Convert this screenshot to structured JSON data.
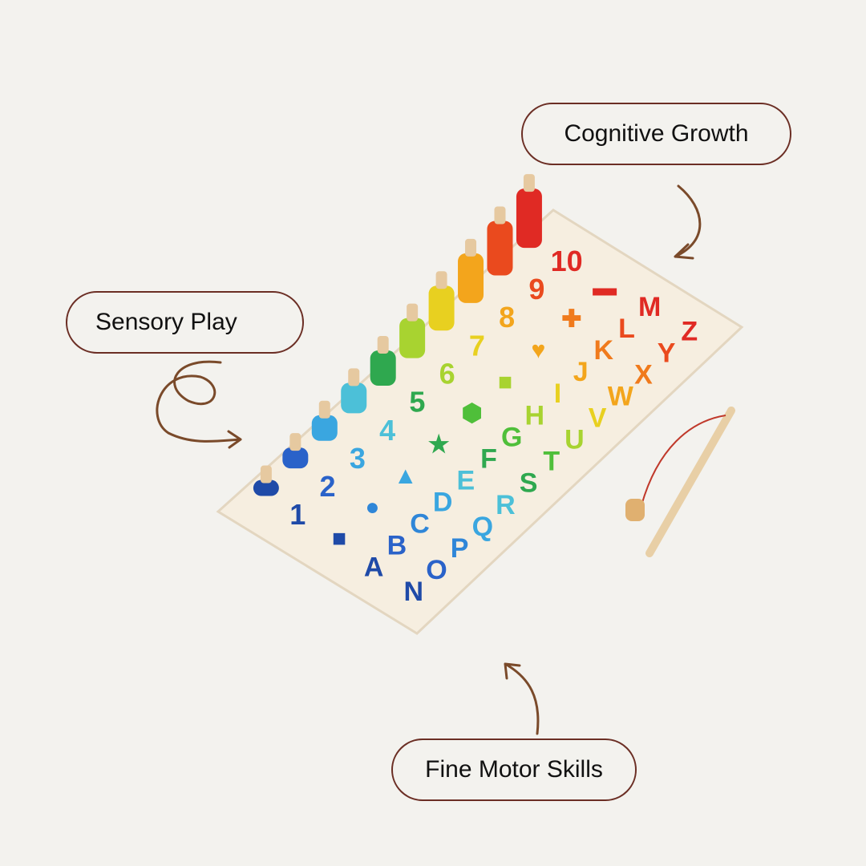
{
  "labels": {
    "cognitive": "Cognitive Growth",
    "sensory": "Sensory Play",
    "fine_motor": "Fine Motor Skills"
  },
  "board": {
    "row_letters_front": [
      "N",
      "O",
      "P",
      "Q",
      "R",
      "S",
      "T",
      "U",
      "V",
      "W",
      "X",
      "Y",
      "Z"
    ],
    "row_letters_back": [
      "A",
      "B",
      "C",
      "D",
      "E",
      "F",
      "G",
      "H",
      "I",
      "J",
      "K",
      "L",
      "M"
    ],
    "row_numbers": [
      "1",
      "■",
      "2",
      "●",
      "3",
      "▲",
      "4",
      "★",
      "5",
      "⬢",
      "6",
      "■",
      "7",
      "♥",
      "8",
      "✚",
      "9",
      "▬",
      "10"
    ],
    "colors": [
      "#1f4aa8",
      "#2a62c9",
      "#2f86d8",
      "#3aa6e0",
      "#4cc0d8",
      "#2fa84f",
      "#4fbf3a",
      "#a8d330",
      "#e8d020",
      "#f3a51c",
      "#f07a1c",
      "#ea4a1e",
      "#e02a24"
    ]
  },
  "colors": {
    "background": "#f3f2ee",
    "pill_border": "#6b2e24",
    "arrow": "#7a4a2a",
    "board": "#f6eee0"
  }
}
